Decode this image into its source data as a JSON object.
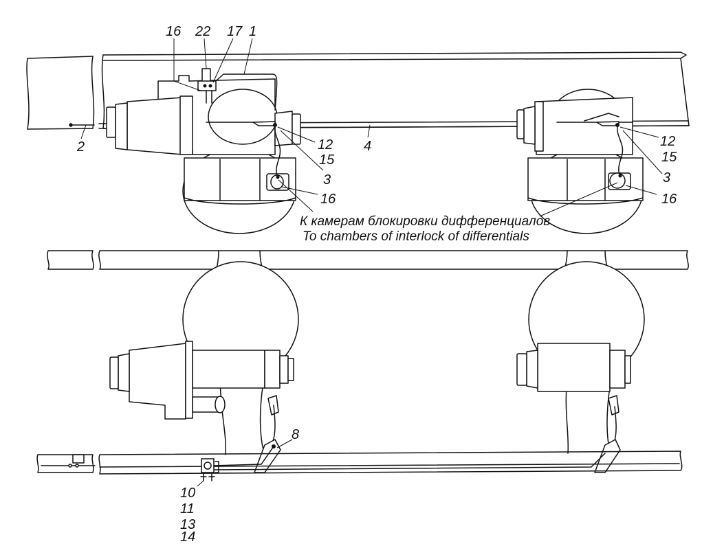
{
  "callouts": {
    "c16a": "16",
    "c22": "22",
    "c17": "17",
    "c1": "1",
    "c2": "2",
    "c4": "4",
    "c12a": "12",
    "c15a": "15",
    "c3a": "3",
    "c16b": "16",
    "c12b": "12",
    "c15b": "15",
    "c3b": "3",
    "c16c": "16",
    "c8": "8",
    "c10": "10",
    "c11": "11",
    "c13": "13",
    "c14": "14"
  },
  "caption": {
    "ru": "К камерам блокировки дифференциалов",
    "en": "To chambers of interlock of differentials"
  }
}
